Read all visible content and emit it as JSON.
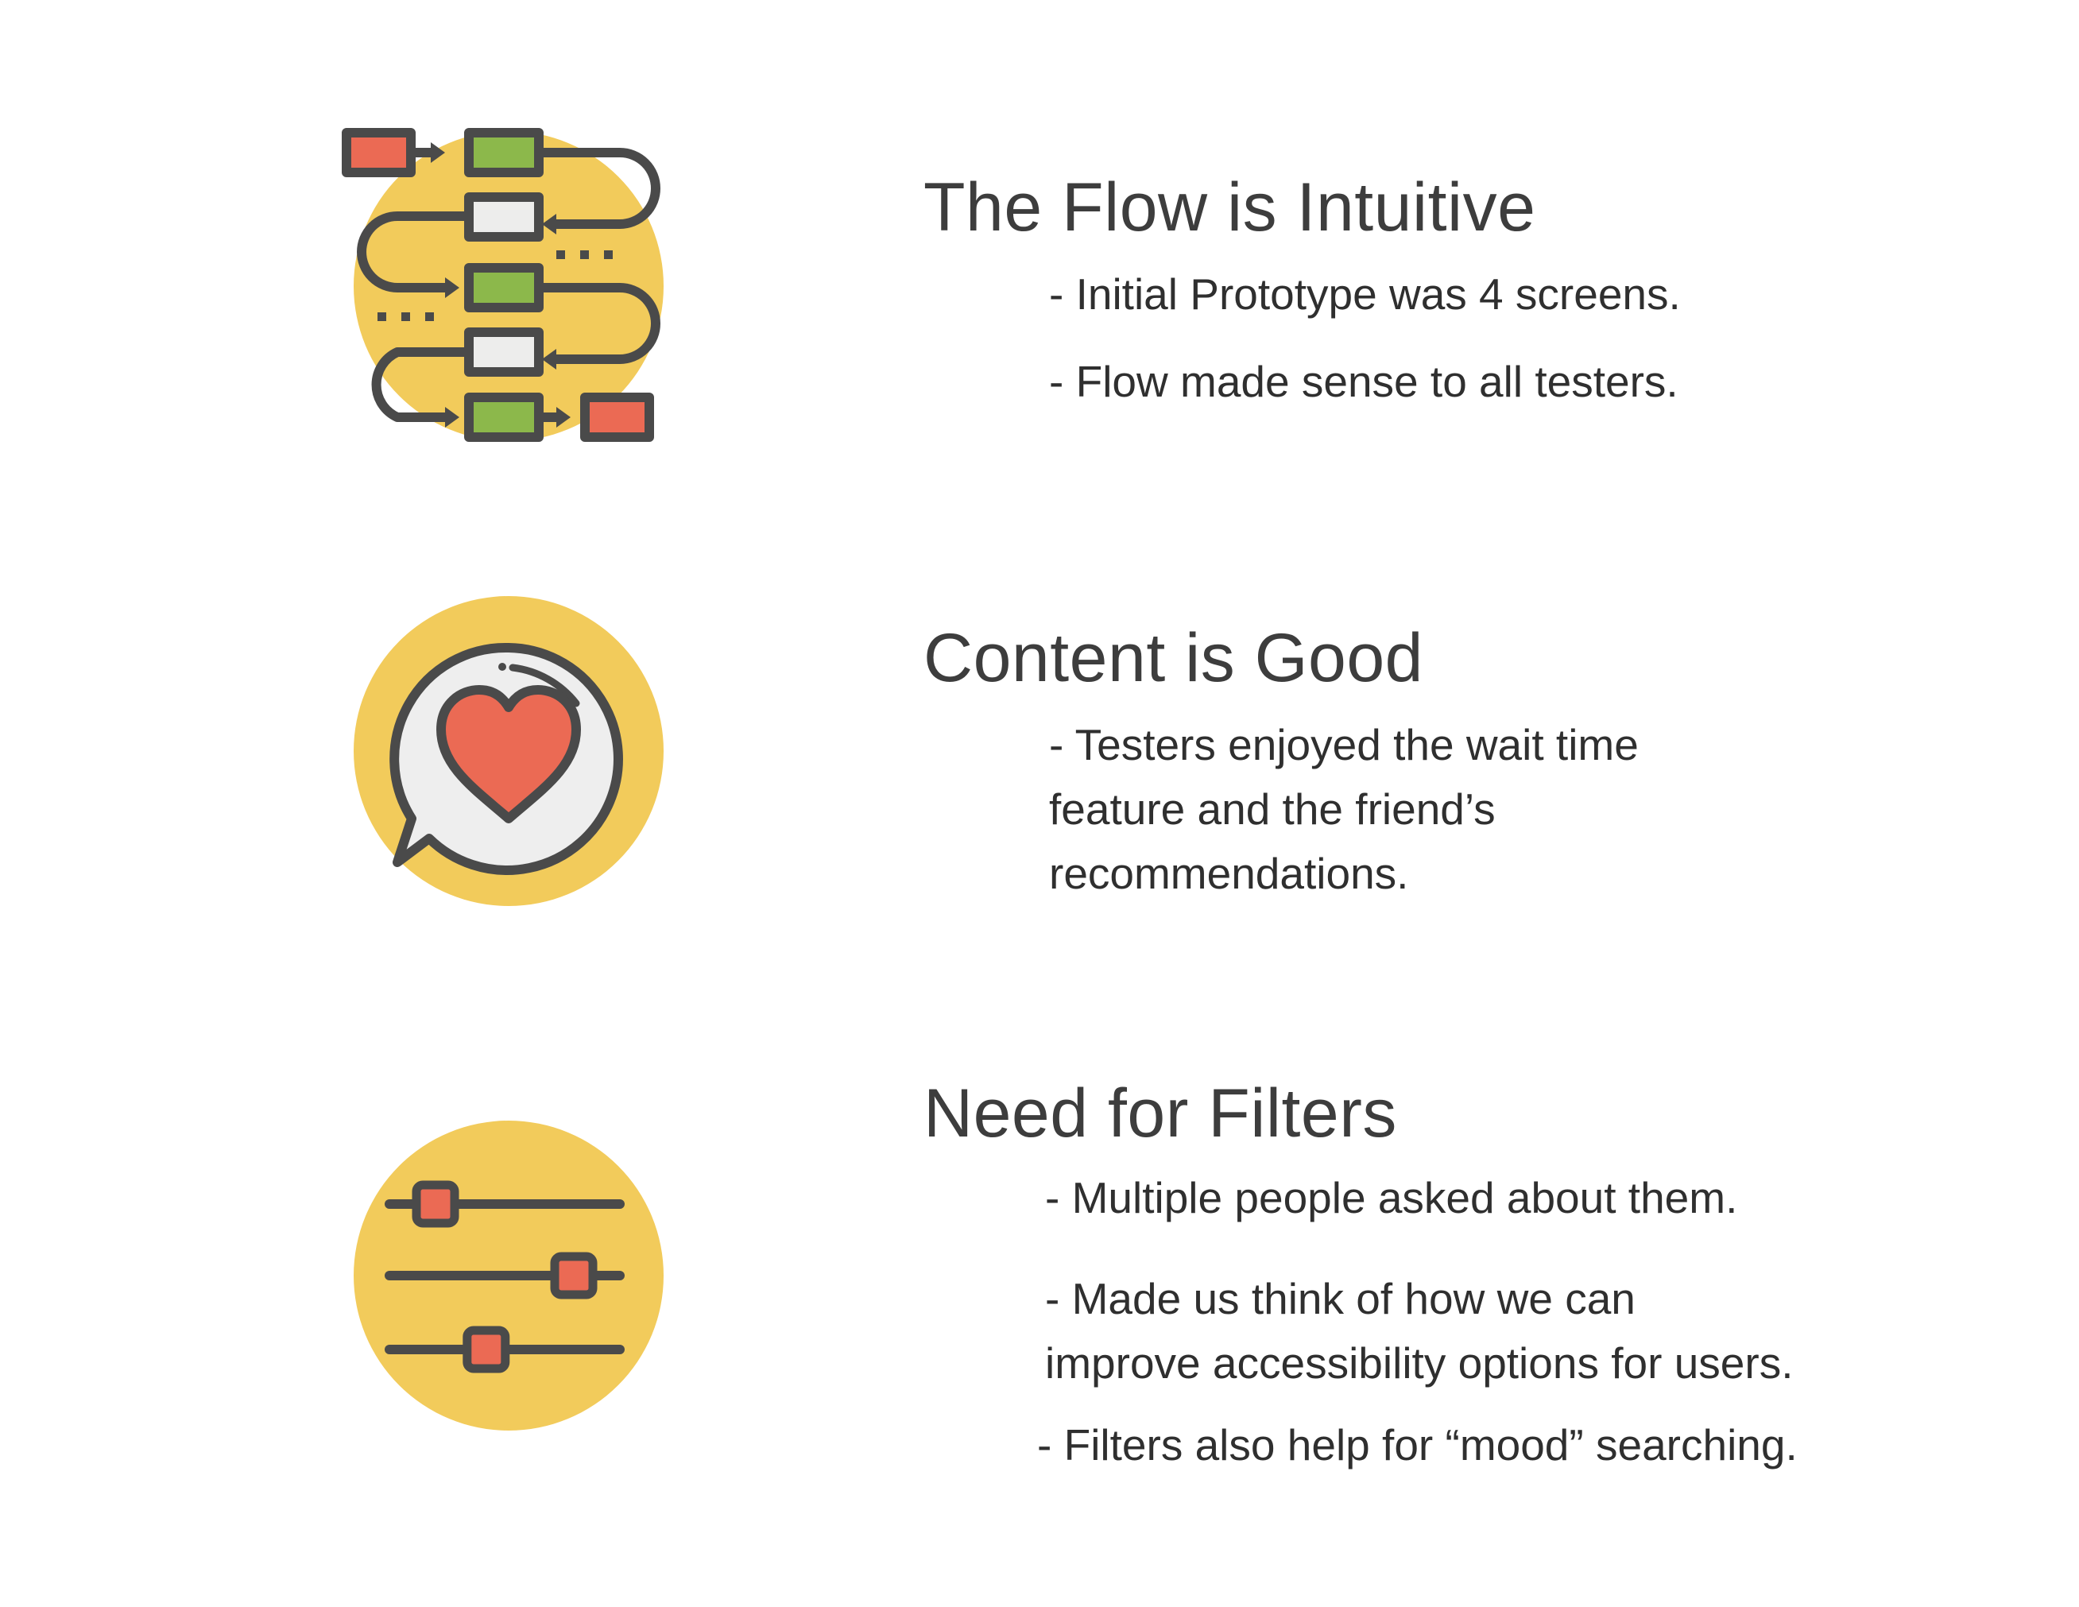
{
  "colors": {
    "circle_yellow": "#F2CB5B",
    "outline": "#4A4A4A",
    "block_red": "#EB6A54",
    "block_green": "#8CB84B",
    "block_light": "#EDEDEC",
    "bubble_fill": "#EEEEEE",
    "text": "#3F3F3F",
    "background": "#FFFFFF"
  },
  "sections": [
    {
      "heading": "The Flow is Intuitive",
      "icon": "flowchart-icon",
      "bullets": [
        "- Initial Prototype was 4 screens.",
        "- Flow made sense to all testers."
      ]
    },
    {
      "heading": "Content is Good",
      "icon": "heart-speech-bubble-icon",
      "bullets": [
        "- Testers enjoyed the wait time",
        "feature and the friend’s",
        "recommendations."
      ]
    },
    {
      "heading": "Need for Filters",
      "icon": "filter-sliders-icon",
      "bullets": [
        "- Multiple people asked about them.",
        "- Made us think of how we can",
        "improve accessibility options for users.",
        "- Filters also help for “mood” searching."
      ],
      "slider_levels": [
        0.2,
        0.8,
        0.42
      ]
    }
  ]
}
